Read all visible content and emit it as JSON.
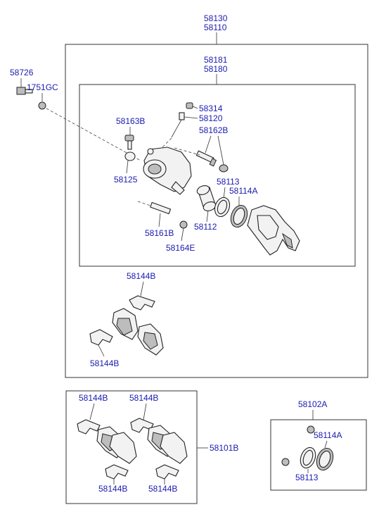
{
  "labels": {
    "assembly_a": "58130",
    "assembly_b": "58110",
    "caliper_a": "58181",
    "caliper_b": "58180",
    "bolt": "58726",
    "bolt_gc": "1751GC",
    "bleeder_cap": "58314",
    "bleeder_screw": "58120",
    "bolt_163": "58163B",
    "pins": "58162B",
    "bushing": "58125",
    "seal_113": "58113",
    "seal_114": "58114A",
    "piston": "58112",
    "bolt_161": "58161B",
    "boot": "58164E",
    "clip_top": "58144B",
    "clip_bottom": "58144B",
    "pad_clip_1": "58144B",
    "pad_clip_2": "58144B",
    "pad_clip_3": "58144B",
    "pad_clip_4": "58144B",
    "pad_kit": "58101B",
    "seal_kit": "58102A",
    "seal_kit_114": "58114A",
    "seal_kit_113": "58113"
  }
}
